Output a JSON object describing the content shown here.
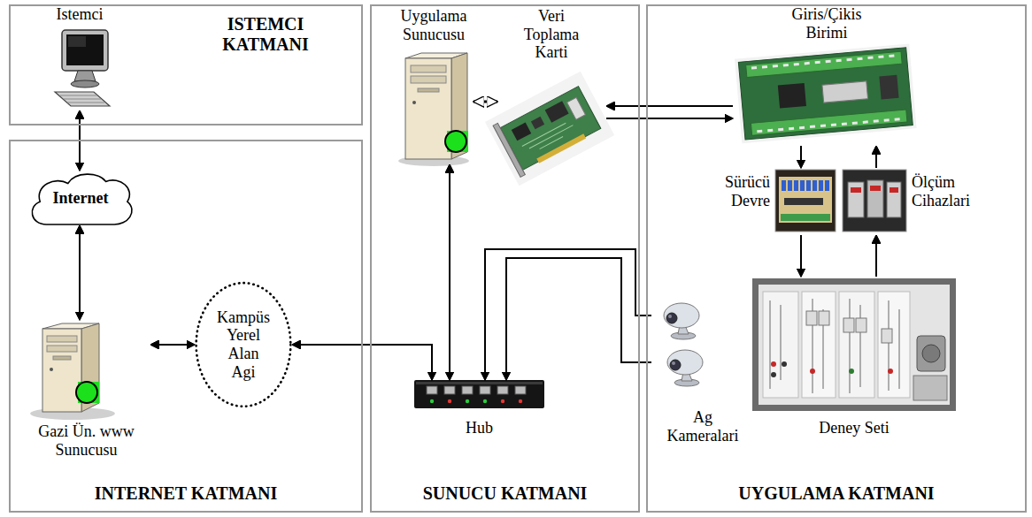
{
  "diagram": {
    "nodes": [
      {
        "text": [
          "ISTEMCI KATMANI"
        ]
      },
      {
        "text": [
          "Istemci"
        ],
        "in": 0
      },
      {
        "text": [
          "INTERNET KATMANI"
        ]
      },
      {
        "text": [
          "Internet"
        ],
        "in": 2
      },
      {
        "text": [
          "Gazi Ün. www Sunucusu"
        ],
        "in": 2
      },
      {
        "text": [
          "Kampüs Yerel Alan Agi"
        ],
        "in": 2
      },
      {
        "text": [
          "SUNUCU KATMANI"
        ]
      },
      {
        "text": [
          "Uygulama Sunucusu"
        ],
        "in": 6
      },
      {
        "text": [
          "Veri Toplama Karti"
        ],
        "in": 6
      },
      {
        "text": [
          "Hub"
        ],
        "in": 6
      },
      {
        "text": [
          "UYGULAMA KATMANI"
        ]
      },
      {
        "text": [
          "Giris/Çikis Birimi"
        ],
        "in": 10
      },
      {
        "text": [
          "Sürücü Devre"
        ],
        "in": 10
      },
      {
        "text": [
          "Ölçüm Cihazlari"
        ],
        "in": 10
      },
      {
        "text": [
          "Deney Seti"
        ],
        "in": 10
      },
      {
        "text": [
          "Ag Kameralari"
        ],
        "in": 10
      }
    ],
    "edges": [
      {
        "from": 1,
        "to": 3,
        "arrow": "both"
      },
      {
        "from": 3,
        "to": 4,
        "arrow": "both"
      },
      {
        "from": 4,
        "to": 5,
        "arrow": "both"
      },
      {
        "from": 9,
        "to": 5,
        "arrow": "both"
      },
      {
        "from": 7,
        "to": 9,
        "arrow": "both"
      },
      {
        "from": 7,
        "to": 8,
        "arrow": "both"
      },
      {
        "from": 11,
        "to": 8,
        "arrow": "to"
      },
      {
        "from": 8,
        "to": 11,
        "arrow": "to"
      },
      {
        "from": 11,
        "to": 12,
        "arrow": "to"
      },
      {
        "from": 13,
        "to": 11,
        "arrow": "to"
      },
      {
        "from": 12,
        "to": 14,
        "arrow": "to"
      },
      {
        "from": 14,
        "to": 13,
        "arrow": "to"
      },
      {
        "from": 15,
        "to": 9,
        "arrow": "to"
      },
      {
        "from": 15,
        "to": 9,
        "arrow": "to"
      }
    ]
  }
}
